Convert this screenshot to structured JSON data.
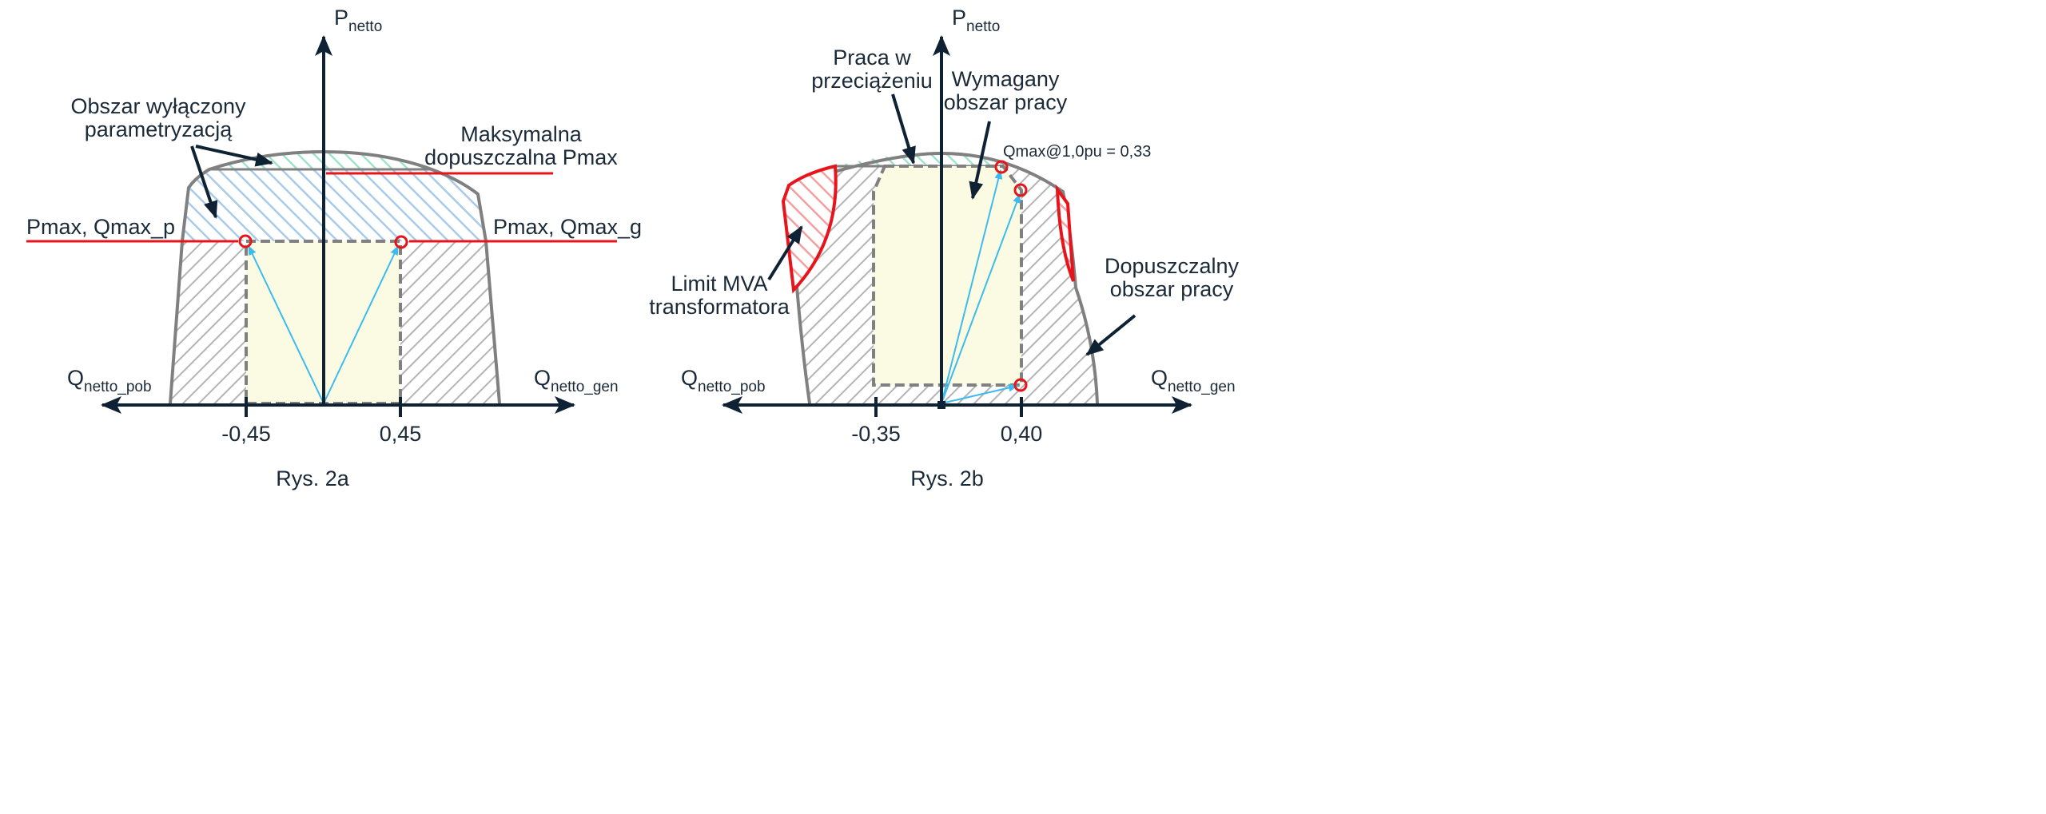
{
  "figure_a": {
    "caption": "Rys. 2a",
    "p_axis": {
      "main": "P",
      "sub": "netto"
    },
    "q_axis_left": {
      "main": "Q",
      "sub": "netto_pob"
    },
    "q_axis_right": {
      "main": "Q",
      "sub": "netto_gen"
    },
    "ticks": [
      "-0,45",
      "0,45"
    ],
    "label_excluded_line1": "Obszar wyłączony",
    "label_excluded_line2": "parametryzacją",
    "label_max_line1": "Maksymalna",
    "label_max_line2": "dopuszczalna Pmax",
    "label_left_limit": "Pmax, Qmax_p",
    "label_right_limit": "Pmax, Qmax_g"
  },
  "figure_b": {
    "caption": "Rys. 2b",
    "p_axis": {
      "main": "P",
      "sub": "netto"
    },
    "q_axis_left": {
      "main": "Q",
      "sub": "netto_pob"
    },
    "q_axis_right": {
      "main": "Q",
      "sub": "netto_gen"
    },
    "ticks": [
      "-0,35",
      "0,40"
    ],
    "label_overload_line1": "Praca w",
    "label_overload_line2": "przeciążeniu",
    "label_required_line1": "Wymagany",
    "label_required_line2": "obszar pracy",
    "label_qmax": "Qmax@1,0pu = 0,33",
    "label_mva_line1": "Limit MVA",
    "label_mva_line2": "transformatora",
    "label_allowed_line1": "Dopuszczalny",
    "label_allowed_line2": "obszar pracy"
  },
  "colors": {
    "axis": "#0f2233",
    "limit": "#e8141b",
    "vector": "#3cbcee",
    "outline": "#808080",
    "required_fill": "#fbfbe3"
  }
}
